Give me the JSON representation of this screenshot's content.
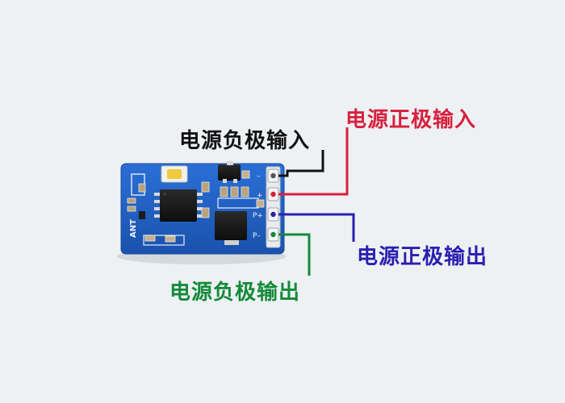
{
  "labels": {
    "negative_input": "电源负极输入",
    "positive_input": "电源正极输入",
    "positive_output": "电源正极输出",
    "negative_output": "电源负极输出"
  },
  "board": {
    "silkscreen_ant": "ANT",
    "pin_marks": [
      "–",
      "+",
      "P+",
      "P–"
    ]
  },
  "colors": {
    "background": "#eef1f3",
    "pcb": "#1f5fc4",
    "negative_input": "#111111",
    "positive_input": "#d8203f",
    "positive_output": "#2a1fb0",
    "negative_output": "#138a3a"
  }
}
